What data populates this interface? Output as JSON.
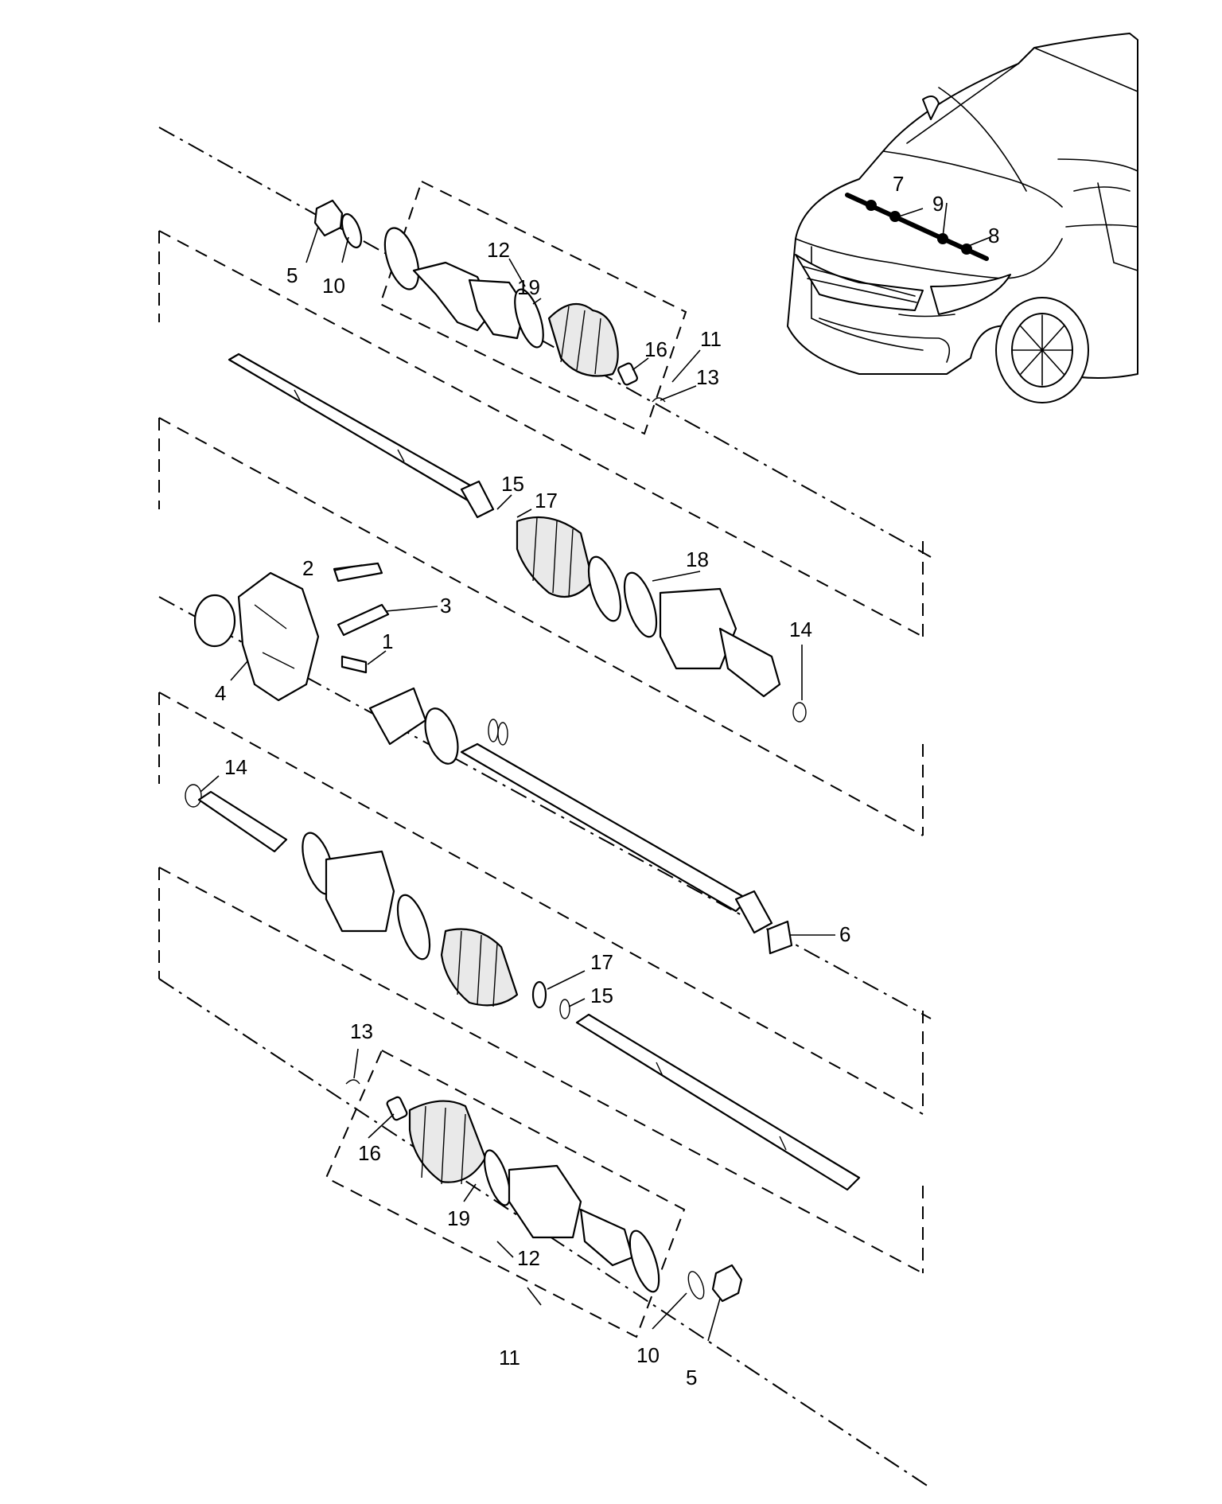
{
  "callouts": {
    "c1": "1",
    "c2": "2",
    "c3": "3",
    "c4": "4",
    "c5a": "5",
    "c5b": "5",
    "c6": "6",
    "c7": "7",
    "c8": "8",
    "c9": "9",
    "c10a": "10",
    "c10b": "10",
    "c11a": "11",
    "c11b": "11",
    "c12a": "12",
    "c12b": "12",
    "c13a": "13",
    "c13b": "13",
    "c14a": "14",
    "c14b": "14",
    "c15a": "15",
    "c15b": "15",
    "c16a": "16",
    "c16b": "16",
    "c17a": "17",
    "c17b": "17",
    "c18": "18",
    "c19a": "19",
    "c19b": "19"
  },
  "colors": {
    "line": "#000000",
    "background": "#ffffff",
    "shade": "#e9e9e9"
  }
}
